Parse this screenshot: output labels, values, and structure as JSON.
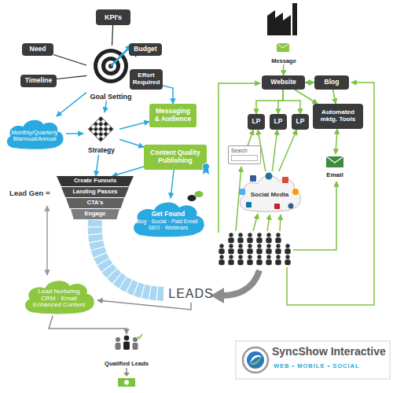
{
  "diagram": {
    "nodes": [
      {
        "text": [
          "KPI's"
        ]
      },
      {
        "text": [
          "Need"
        ]
      },
      {
        "text": [
          "Budget"
        ]
      },
      {
        "text": [
          "Timeline"
        ]
      },
      {
        "text": [
          "Effort Required"
        ]
      },
      {
        "text": [
          "Goal Setting"
        ]
      },
      {
        "text": [
          "Monthly/Quarterly Biannual/Annual"
        ]
      },
      {
        "text": [
          "Strategy"
        ]
      },
      {
        "text": [
          "Messaging & Audience"
        ]
      },
      {
        "text": [
          "Content Quality Publishing"
        ]
      },
      {
        "text": [
          "Create Funnels"
        ]
      },
      {
        "text": [
          "Landing Passes"
        ]
      },
      {
        "text": [
          "CTA's"
        ]
      },
      {
        "text": [
          "Engage"
        ]
      },
      {
        "text": [
          "Get Found",
          "Blog · Social · Paid Email · SEO · Webinars"
        ]
      },
      {
        "text": [
          "Lead Nurturing CRM · Email Enhanced Content"
        ]
      },
      {
        "text": [
          "LEADS"
        ]
      },
      {
        "text": [
          "Qualified Leads"
        ]
      },
      {
        "text": [
          "Message"
        ]
      },
      {
        "text": [
          "Website"
        ]
      },
      {
        "text": [
          "Blog"
        ]
      },
      {
        "text": [
          "LP"
        ]
      },
      {
        "text": [
          "LP"
        ]
      },
      {
        "text": [
          "LP"
        ]
      },
      {
        "text": [
          "Automated mktg. Tools"
        ]
      },
      {
        "text": [
          "Search"
        ]
      },
      {
        "text": [
          "Social Media"
        ]
      },
      {
        "text": [
          "Email"
        ]
      }
    ],
    "edges": [
      {
        "from": 0,
        "to": 5,
        "arrow": "none"
      },
      {
        "from": 1,
        "to": 5,
        "arrow": "none"
      },
      {
        "from": 2,
        "to": 5,
        "arrow": "none"
      },
      {
        "from": 3,
        "to": 5,
        "arrow": "none"
      },
      {
        "from": 4,
        "to": 5,
        "arrow": "none"
      },
      {
        "from": 5,
        "to": 6,
        "arrow": "to"
      },
      {
        "from": 5,
        "to": 7,
        "arrow": "to"
      },
      {
        "from": 5,
        "to": 8,
        "arrow": "to"
      },
      {
        "from": 6,
        "to": 7,
        "arrow": "to"
      },
      {
        "from": 7,
        "to": 8,
        "arrow": "to"
      },
      {
        "from": 7,
        "to": 9,
        "arrow": "to"
      },
      {
        "from": 7,
        "to": 10,
        "arrow": "to"
      },
      {
        "from": 9,
        "to": 10,
        "arrow": "to"
      },
      {
        "from": 9,
        "to": 14,
        "arrow": "to"
      },
      {
        "from": 16,
        "to": 15,
        "arrow": "to"
      },
      {
        "from": 15,
        "to": 17,
        "arrow": "to"
      },
      {
        "from": 18,
        "to": 19,
        "arrow": "to"
      },
      {
        "from": 19,
        "to": 20,
        "arrow": "both"
      },
      {
        "from": 19,
        "to": 21,
        "arrow": "to"
      },
      {
        "from": 19,
        "to": 22,
        "arrow": "to"
      },
      {
        "from": 19,
        "to": 23,
        "arrow": "to"
      },
      {
        "from": 19,
        "to": 24,
        "arrow": "to"
      },
      {
        "from": 20,
        "to": 24,
        "arrow": "to"
      },
      {
        "from": 24,
        "to": 27,
        "arrow": "both"
      },
      {
        "from": 26,
        "to": 21,
        "arrow": "to"
      },
      {
        "from": 26,
        "to": 22,
        "arrow": "to"
      },
      {
        "from": 26,
        "to": 23,
        "arrow": "to"
      },
      {
        "from": 25,
        "to": 21,
        "arrow": "to"
      }
    ],
    "labels": [
      "Lead Gen =",
      "SyncShow Interactive",
      "WEB • MOBILE • SOCIAL"
    ]
  }
}
